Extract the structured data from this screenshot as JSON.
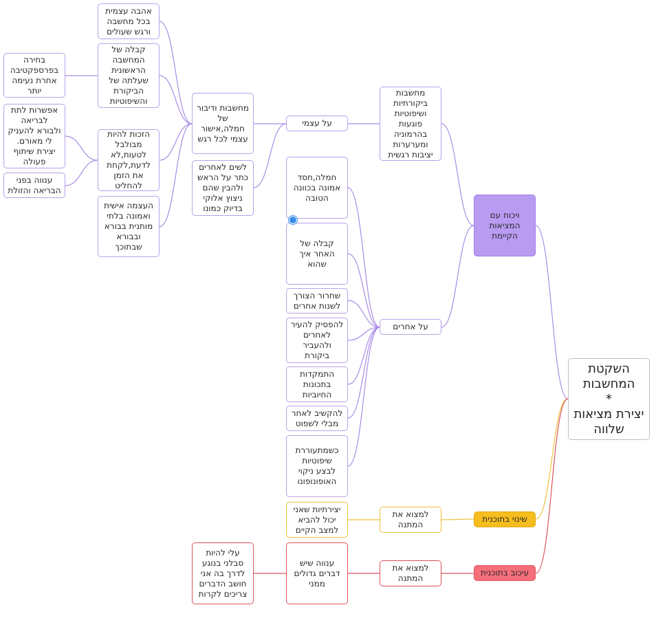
{
  "colors": {
    "purple": "#a98be6",
    "yellow": "#ecc23c",
    "red": "#d9535e",
    "root_border": "#bdbdbd"
  },
  "nodes": {
    "root": "השקטת\nהמחשבות\n*\nיצירת מציאות\nשלווה",
    "criticism": "ויכוח עם\nהמציאות\nהקיימת",
    "change": "שינוי בתוכנית",
    "delay": "עיכוב בתוכנית",
    "critical_thoughts": "מחשבות\nביקורתיות\nושיפוטיות\nפוגעות\nבהרמוניה\nומערערות\nיציבות רגשית",
    "on_self": "על עצמי",
    "on_others": "על אחרים",
    "find_gift_yellow": "למצוא את\nהמתנה",
    "find_gift_red": "למצוא את\nהמתנה",
    "thoughts_speech": "מחשבות ודיבור\nשל\nחמלה,אישור\nעצמי  לכל רגש",
    "see_others": "לשים לאחרים\nכתר על הראש\nולהבין שהם\nניצוץ אלוקי\nבדיוק כמונו",
    "self_love": "אהבה עצמית\nבכל מחשבה\nורגש שעולים",
    "accept_first": "קבלה של\nהמחשבה\nהראשונית\nשעלתה של\nהביקורת\nוהשיפוטיות",
    "right_confused": "הזכות להיות\nמבולבל\nלטעות,לא\nלדעת,לקחת\nאת הזמן\nלהחליט",
    "empowerment": "העצמה אישית\nואמונה  בלתי\nמותנית בבורא\nובבורא\nשבתוכך",
    "choose_perspective": "בחירה\nבפרספקטיבה\nאחרת נעימה\nיותר",
    "allow_creator": "אפשרות לתת\nלבריאה\nולבורא להעניק\nלי מאורם.\nיצירת שיתוף\nפעולה",
    "humility": "ענווה בפני\nהבריאה והזולת",
    "compassion": "חמלה,חסד\nאמונה בכוונה\nהטובה",
    "accept_other": "קבלה של\nהאחר איך\nשהוא",
    "release_need": "שחרור הצורך\nלשנות אחרים",
    "stop_criticism": "להפסיק להעיר\nלאחרים\nולהעביר\nביקורת",
    "focus_positive": "התמקדות\nבתכונות\nהחיוביות",
    "listen": "להקשיב לאחר\nמבלי לשפוט",
    "cleanup": "כשמתעוררת\nשיפוטיות\nלבצע ניקוי\nהאופונופונו",
    "creativity": "יצירתיות שאני\nיכול להביא\nלמצב הקיים",
    "humility_big": "ענווה שיש\nדברים גדולים\nממני",
    "patience": "עלי להיות\nסבלני בנוגע\nלדרך בה אני\nחושב הדברים\nצריכים לקרות"
  }
}
